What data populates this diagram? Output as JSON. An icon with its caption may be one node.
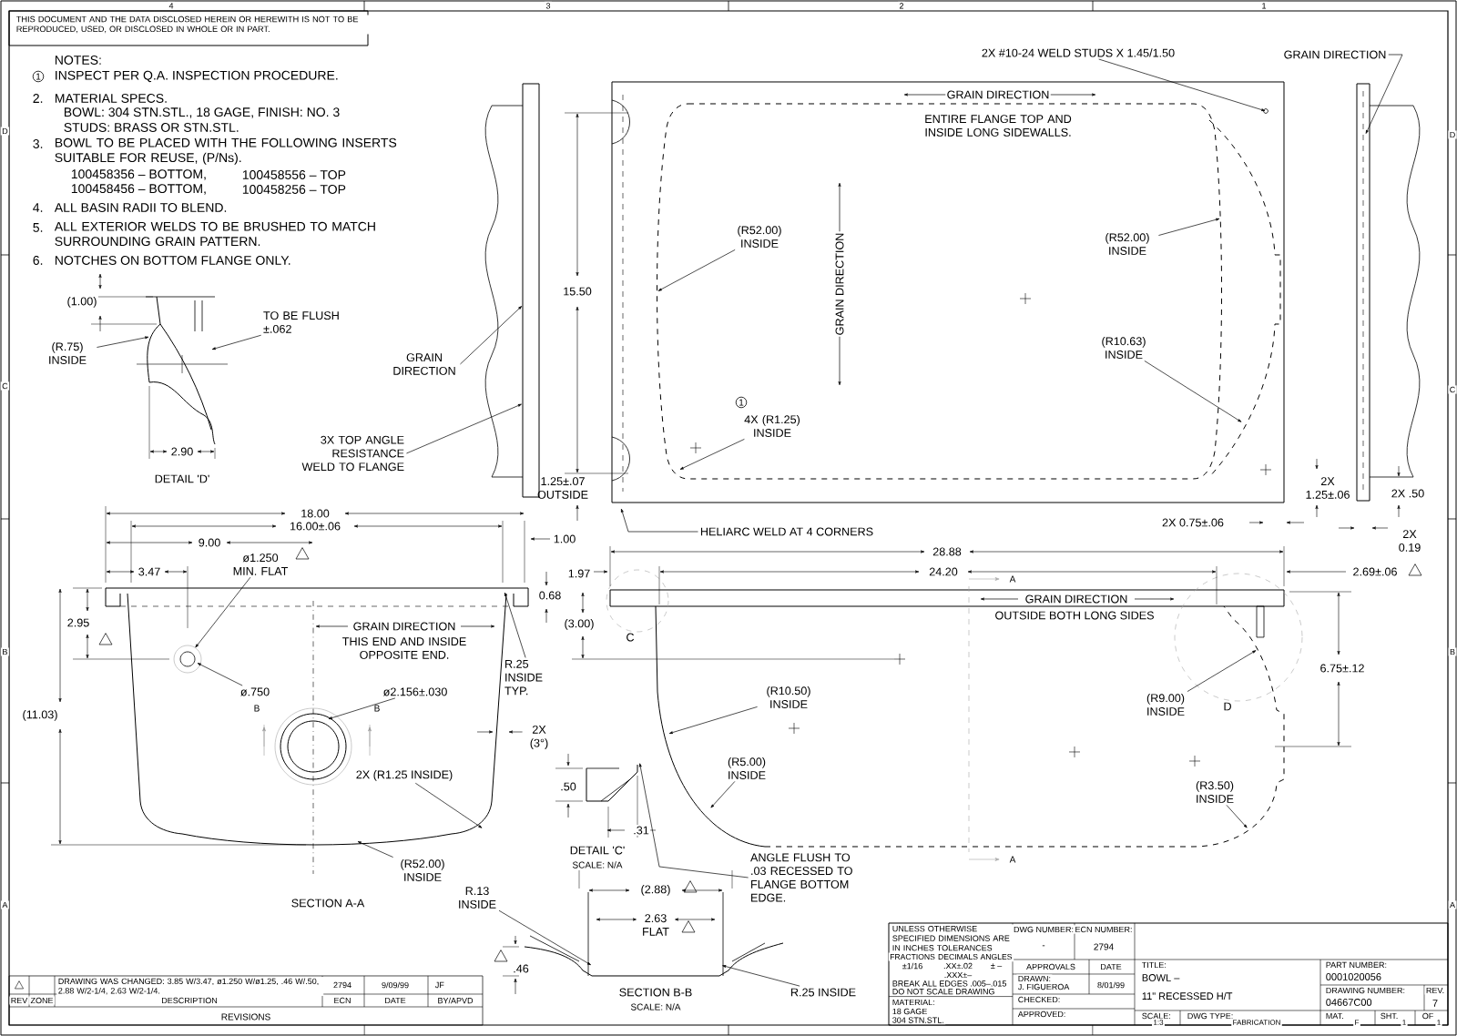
{
  "diagram": {
    "nodes": [
      {
        "text": [
          "2X #10-24 WELD STUDS X 1.45/1.50"
        ]
      },
      {
        "text": [
          "GRAIN DIRECTION"
        ]
      },
      {
        "text": [
          "(R52.00) INSIDE"
        ]
      },
      {
        "text": [
          "(R52.00) INSIDE"
        ]
      },
      {
        "text": [
          "(R10.63) INSIDE"
        ]
      },
      {
        "text": [
          "4X (R1.25) INSIDE"
        ]
      },
      {
        "text": [
          "HELIARC WELD AT 4 CORNERS"
        ]
      },
      {
        "text": [
          "GRAIN DIRECTION"
        ]
      },
      {
        "text": [
          "3X TOP ANGLE RESISTANCE WELD TO FLANGE"
        ]
      },
      {
        "text": [
          "TO BE FLUSH ±.062"
        ]
      },
      {
        "text": [
          "(R.75) INSIDE"
        ]
      },
      {
        "text": [
          "ø1.250 MIN. FLAT"
        ]
      },
      {
        "text": [
          "ø.750"
        ]
      },
      {
        "text": [
          "ø2.156±.030"
        ]
      },
      {
        "text": [
          "R.25 INSIDE TYP."
        ]
      },
      {
        "text": [
          "2X (R1.25 INSIDE)"
        ]
      },
      {
        "text": [
          "(R52.00) INSIDE"
        ]
      },
      {
        "text": [
          "(R10.50) INSIDE"
        ]
      },
      {
        "text": [
          "(R5.00) INSIDE"
        ]
      },
      {
        "text": [
          "(R9.00) INSIDE"
        ]
      },
      {
        "text": [
          "(R3.50) INSIDE"
        ]
      },
      {
        "text": [
          "ANGLE FLUSH TO .03 RECESSED TO FLANGE BOTTOM EDGE."
        ]
      },
      {
        "text": [
          "R.13 INSIDE"
        ]
      },
      {
        "text": [
          "R.25 INSIDE"
        ]
      },
      {
        "text": [],
        "shape": "picture"
      },
      {
        "text": [],
        "shape": "picture"
      },
      {
        "text": [],
        "shape": "picture"
      },
      {
        "text": [],
        "shape": "picture"
      }
    ],
    "edges": [
      {
        "from": 0,
        "to": null,
        "arrow": "to"
      },
      {
        "from": 1,
        "to": 27,
        "arrow": "to"
      },
      {
        "from": 2,
        "to": null,
        "arrow": "to"
      },
      {
        "from": 3,
        "to": null,
        "arrow": "to"
      },
      {
        "from": 4,
        "to": null,
        "arrow": "to"
      },
      {
        "from": 5,
        "to": null,
        "arrow": "to"
      },
      {
        "from": 6,
        "to": null,
        "arrow": "to"
      },
      {
        "from": 7,
        "to": 26,
        "arrow": "to"
      },
      {
        "from": 8,
        "to": 26,
        "arrow": "to"
      },
      {
        "from": 9,
        "to": null,
        "arrow": "to"
      },
      {
        "from": 10,
        "to": null,
        "arrow": "to"
      },
      {
        "from": 11,
        "to": null,
        "arrow": "to"
      },
      {
        "from": 12,
        "to": null,
        "arrow": "to"
      },
      {
        "from": 13,
        "to": null,
        "arrow": "to"
      },
      {
        "from": 14,
        "to": null,
        "arrow": "to"
      },
      {
        "from": 15,
        "to": null,
        "arrow": "to"
      },
      {
        "from": 16,
        "to": null,
        "arrow": "to"
      },
      {
        "from": 17,
        "to": null,
        "arrow": "to"
      },
      {
        "from": 18,
        "to": null,
        "arrow": "to"
      },
      {
        "from": 19,
        "to": null,
        "arrow": "to"
      },
      {
        "from": 20,
        "to": null,
        "arrow": "to"
      },
      {
        "from": 21,
        "to": 24,
        "arrow": "to"
      },
      {
        "from": 22,
        "to": 25,
        "arrow": "to"
      },
      {
        "from": 23,
        "to": 25,
        "arrow": "to"
      }
    ],
    "labels": [
      "THIS DOCUMENT AND THE DATA DISCLOSED HEREIN OR HEREWITH IS NOT TO BE REPRODUCED, USED, OR DISCLOSED IN WHOLE OR IN PART.",
      "NOTES:",
      "1",
      "INSPECT PER Q.A. INSPECTION PROCEDURE.",
      "2.",
      "MATERIAL SPECS.",
      "BOWL: 304 STN.STL., 18 GAGE, FINISH: NO. 3",
      "STUDS: BRASS OR STN.STL.",
      "3.",
      "BOWL TO BE PLACED WITH THE FOLLOWING INSERTS SUITABLE FOR REUSE, (P/Ns).",
      "100458356 – BOTTOM,",
      "100458556 – TOP",
      "100458456 – BOTTOM,",
      "100458256 – TOP",
      "4.",
      "ALL BASIN RADII TO BLEND.",
      "5.",
      "ALL EXTERIOR WELDS TO BE BRUSHED TO MATCH SURROUNDING GRAIN PATTERN.",
      "6.",
      "NOTCHES ON BOTTOM FLANGE ONLY.",
      "(1.00)",
      "2.90",
      "DETAIL 'D'",
      "15.50",
      "1.25±.07 OUTSIDE",
      "GRAIN DIRECTION",
      "ENTIRE FLANGE TOP AND INSIDE LONG SIDEWALLS.",
      "GRAIN DIRECTION",
      "1",
      "2X 1.25±.06",
      "2X 0.75±.06",
      "2X .50",
      "2X 0.19",
      "18.00",
      "16.00±.06",
      "9.00",
      "3.47",
      "1.00",
      "1.97",
      "0.68",
      "(3.00)",
      "28.88",
      "24.20",
      "2.69±.06",
      "2.95",
      "(11.03)",
      "GRAIN DIRECTION",
      "THIS END AND INSIDE OPPOSITE END.",
      "B",
      "B",
      "2X (3°)",
      "C",
      "GRAIN DIRECTION",
      "OUTSIDE BOTH LONG SIDES",
      "D",
      "6.75±.12",
      "A",
      "A",
      "SECTION A-A",
      ".50",
      ".31",
      "DETAIL 'C'",
      "SCALE: N/A",
      "(2.88)",
      "2.63 FLAT",
      ".46",
      "SECTION B-B",
      "SCALE: N/A",
      "DRAWING WAS CHANGED: 3.85 W/3.47, ø1.250 W/ø1.25, .46 W/.50, 2.88 W/2-1/4, 2.63 W/2-1/4.",
      "2794",
      "9/09/99",
      "JF",
      "REV",
      "ZONE",
      "DESCRIPTION",
      "ECN",
      "DATE",
      "BY/APVD",
      "REVISIONS",
      "UNLESS OTHERWISE SPECIFIED DIMENSIONS ARE IN INCHES TOLERANCES ARE:",
      "FRACTIONS",
      "DECIMALS",
      "ANGLES",
      "±1/16",
      ".XX±.02",
      "± –",
      ".XXX±–",
      "BREAK ALL EDGES .005–.015",
      "DO NOT SCALE DRAWING",
      "MATERIAL:",
      "18 GAGE",
      "304 STN.STL.",
      "DWG NUMBER:",
      "-",
      "ECN NUMBER:",
      "2794",
      "APPROVALS",
      "DATE",
      "DRAWN:",
      "J. FIGUEROA",
      "8/01/99",
      "CHECKED:",
      "APPROVED:",
      "TITLE:",
      "BOWL –",
      "11\" RECESSED H/T",
      "PART NUMBER:",
      "0001020056",
      "DRAWING NUMBER:",
      "04667C00",
      "REV.",
      "7",
      "SCALE:",
      "1:3",
      "DWG TYPE:",
      "FABRICATION",
      "MAT.",
      "F",
      "SHT.",
      "1",
      "OF",
      "1",
      "4",
      "3",
      "2",
      "1",
      "D",
      "C",
      "B",
      "A",
      "D",
      "C",
      "B",
      "A"
    ]
  }
}
